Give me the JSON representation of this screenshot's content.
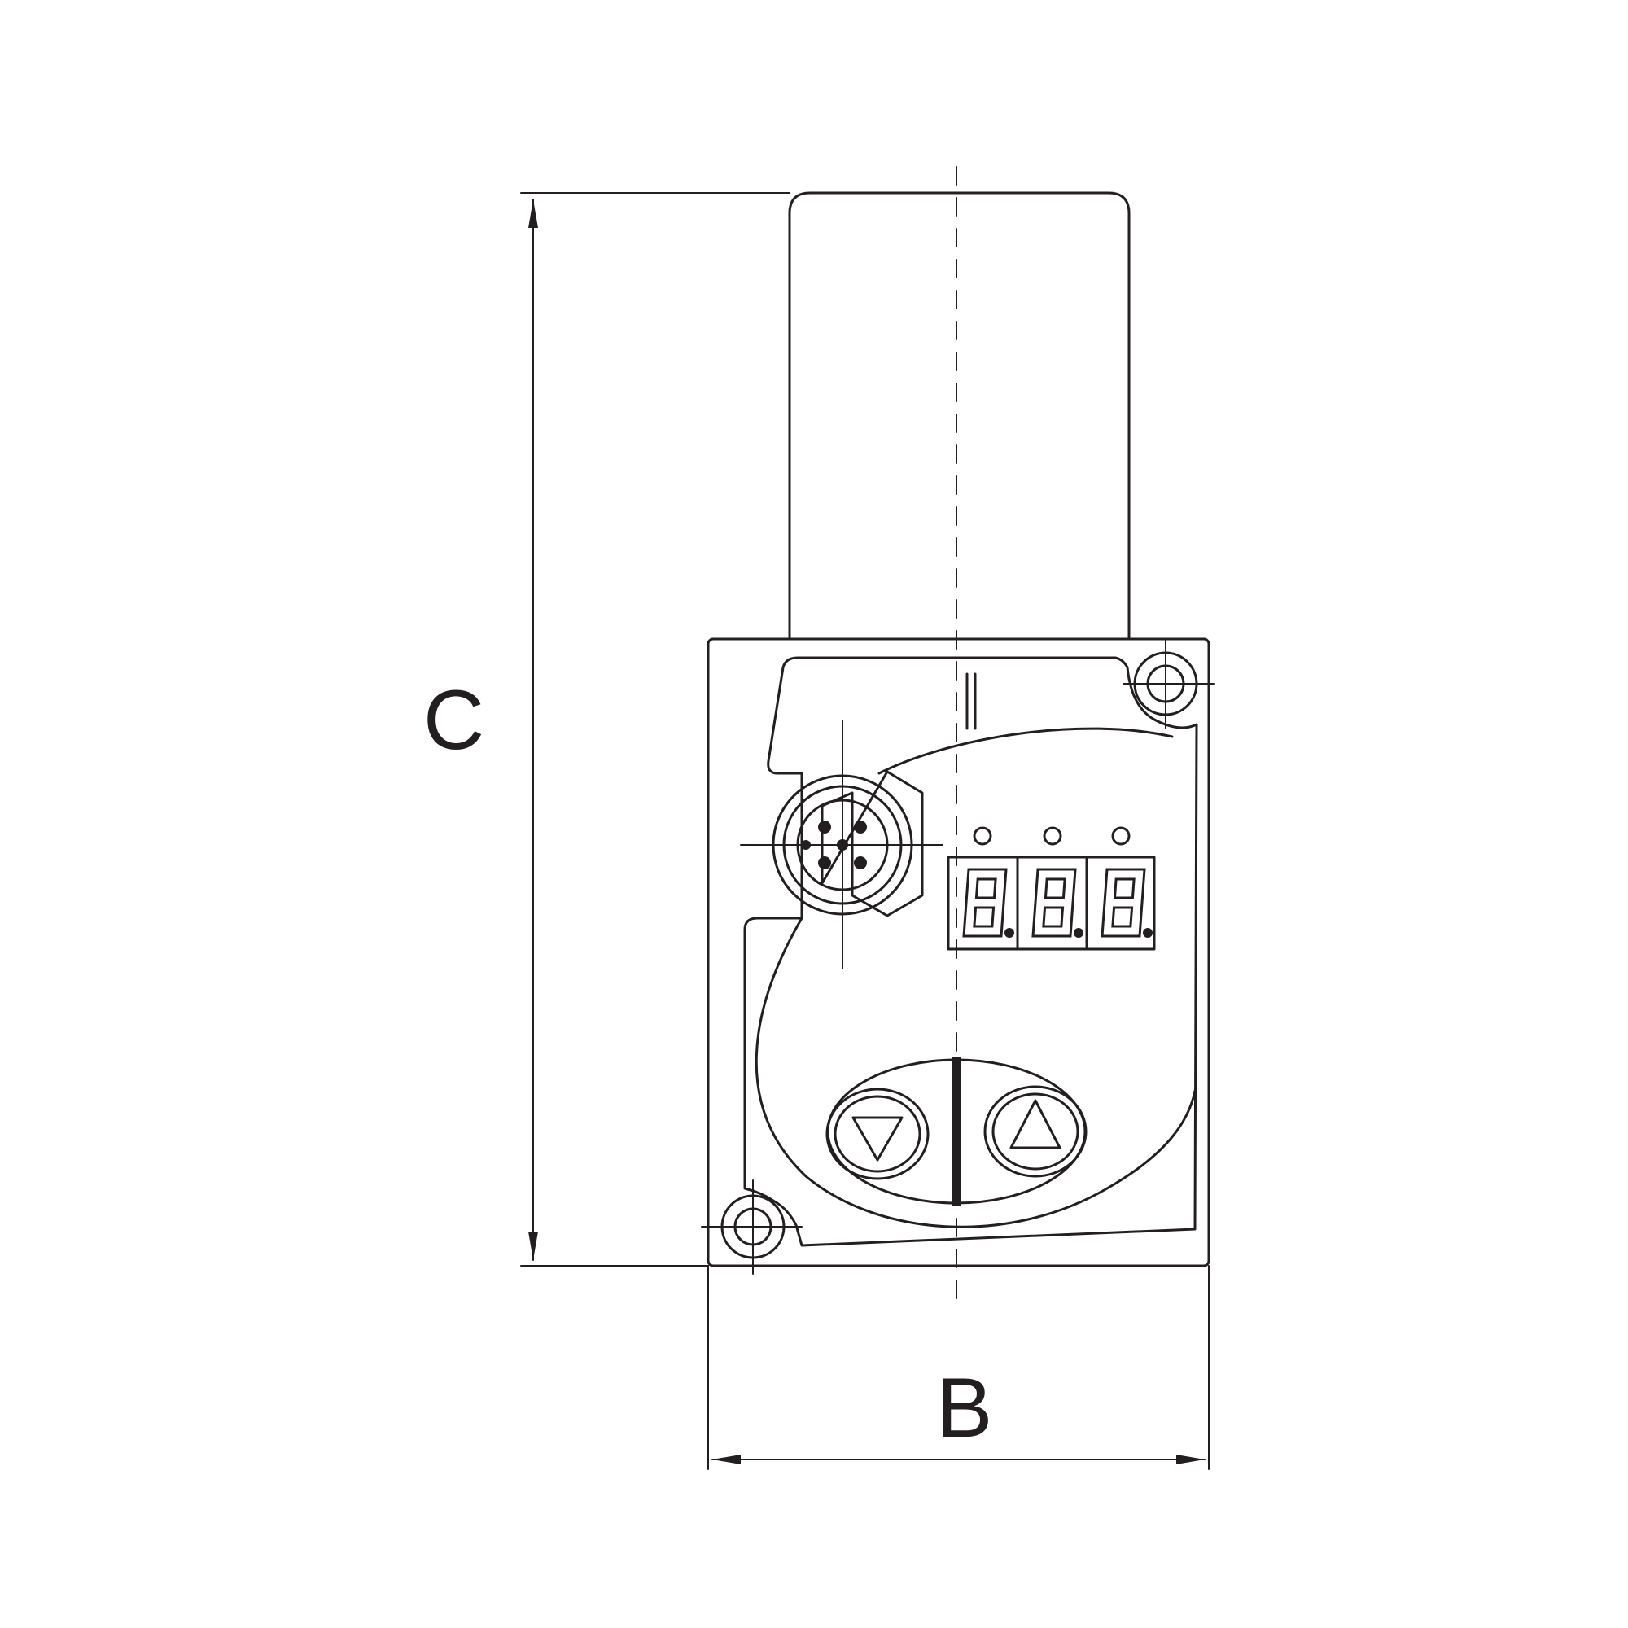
{
  "dimensions": {
    "height_label": "C",
    "width_label": "B"
  },
  "display": {
    "digit_count": 3,
    "led_count": 3
  },
  "buttons": {
    "down_icon": "triangle-down-icon",
    "up_icon": "triangle-up-icon"
  },
  "connector": {
    "icon": "m12-connector-icon",
    "pin_count": 5
  },
  "colors": {
    "line": "#231f20",
    "background": "#ffffff"
  }
}
